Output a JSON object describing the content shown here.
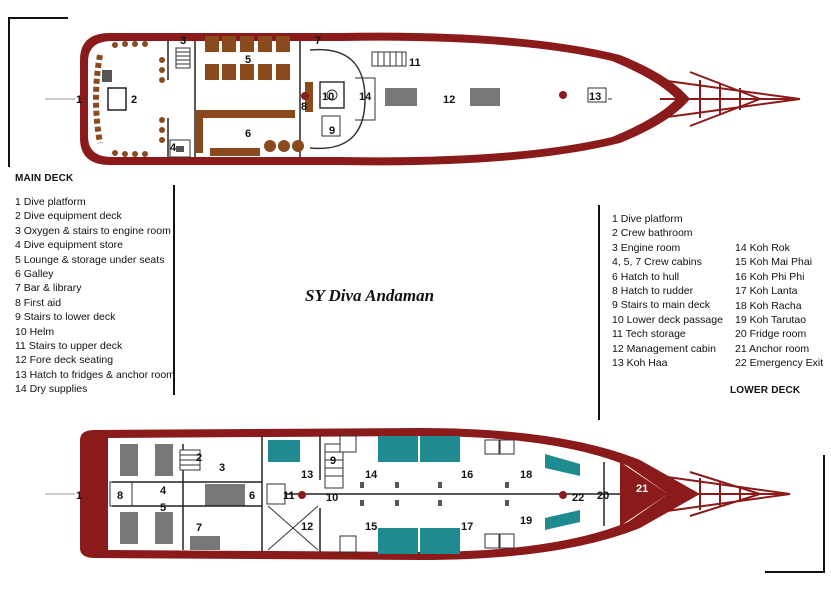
{
  "title": "SY Diva Andaman",
  "main_deck": {
    "heading": "MAIN DECK",
    "items": [
      "1 Dive platform",
      "2 Dive equipment deck",
      "3 Oxygen & stairs to engine room",
      "4 Dive equipment store",
      "5 Lounge & storage under seats",
      "6 Galley",
      "7 Bar & library",
      "8 First aid",
      "9 Stairs to lower deck",
      "10 Helm",
      "11 Stairs to upper deck",
      "12 Fore deck seating",
      "13 Hatch to fridges & anchor room",
      "14 Dry supplies"
    ],
    "plan_labels": [
      "1",
      "2",
      "3",
      "4",
      "5",
      "6",
      "7",
      "8",
      "9",
      "10",
      "11",
      "12",
      "13",
      "14"
    ]
  },
  "lower_deck": {
    "heading": "LOWER DECK",
    "items_col1": [
      "1 Dive platform",
      "2 Crew bathroom",
      "3 Engine room",
      "4, 5, 7 Crew cabins",
      "6 Hatch to hull",
      "8 Hatch to rudder",
      "9 Stairs to main deck",
      "10 Lower deck passage",
      "11 Tech storage",
      "12 Management cabin",
      "13 Koh Haa"
    ],
    "items_col2": [
      "14 Koh Rok",
      "15 Koh Mai Phai",
      "16 Koh Phi Phi",
      "17 Koh Lanta",
      "18 Koh Racha",
      "19 Koh Tarutao",
      "20 Fridge room",
      "21 Anchor room",
      "22 Emergency Exit"
    ],
    "plan_labels": [
      "1",
      "2",
      "3",
      "4",
      "5",
      "6",
      "7",
      "8",
      "9",
      "10",
      "11",
      "12",
      "13",
      "14",
      "15",
      "16",
      "17",
      "18",
      "19",
      "20",
      "21",
      "22"
    ]
  },
  "colors": {
    "hull": "#8b1a1a",
    "wood": "#8a4a1e",
    "cabin_teal": "#1f8a8f",
    "grey": "#6e6e6e"
  }
}
